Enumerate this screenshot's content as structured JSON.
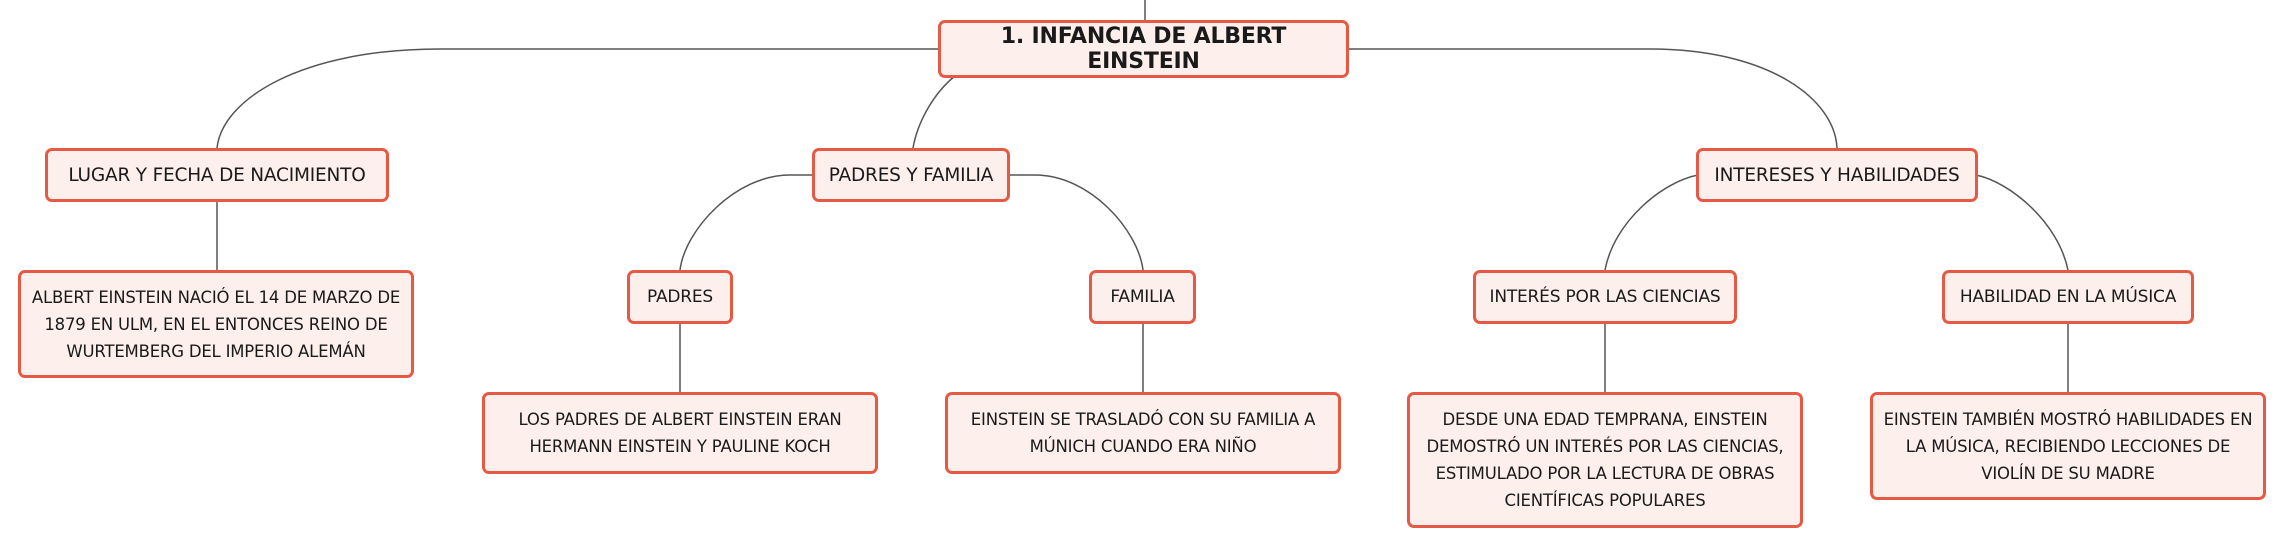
{
  "root": {
    "label": "1. INFANCIA DE ALBERT EINSTEIN"
  },
  "branches": {
    "nacimiento": {
      "label": "LUGAR Y FECHA DE NACIMIENTO",
      "detail": "ALBERT EINSTEIN NACIÓ EL 14 DE MARZO DE 1879 EN ULM, EN EL ENTONCES REINO DE WURTEMBERG DEL IMPERIO ALEMÁN"
    },
    "padres_familia": {
      "label": "PADRES Y FAMILIA",
      "padres": {
        "label": "PADRES",
        "detail": "LOS PADRES DE ALBERT EINSTEIN ERAN HERMANN EINSTEIN Y PAULINE KOCH"
      },
      "familia": {
        "label": "FAMILIA",
        "detail": "EINSTEIN SE TRASLADÓ CON SU FAMILIA A MÚNICH CUANDO ERA NIÑO"
      }
    },
    "intereses": {
      "label": "INTERESES Y HABILIDADES",
      "ciencias": {
        "label": "INTERÉS POR LAS CIENCIAS",
        "detail": "DESDE UNA EDAD TEMPRANA, EINSTEIN DEMOSTRÓ UN INTERÉS POR LAS CIENCIAS, ESTIMULADO POR LA LECTURA DE OBRAS CIENTÍFICAS POPULARES"
      },
      "musica": {
        "label": "HABILIDAD EN LA MÚSICA",
        "detail": "EINSTEIN TAMBIÉN MOSTRÓ HABILIDADES EN LA MÚSICA, RECIBIENDO LECCIONES DE VIOLÍN DE SU MADRE"
      }
    }
  },
  "colors": {
    "node_border": "#e65a45",
    "node_fill": "#fdf0ec",
    "connector": "#555555"
  }
}
